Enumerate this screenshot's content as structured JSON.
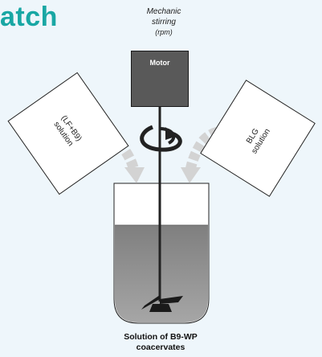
{
  "title_fragment": "atch",
  "stirring": {
    "label_line1": "Mechanic",
    "label_line2": "stirring",
    "unit": "(rpm)"
  },
  "motor": {
    "label": "Motor"
  },
  "left_bottle": {
    "line1": "(LF+B9)",
    "line2": "solution"
  },
  "right_bottle": {
    "line1": "BLG",
    "line2": "solution"
  },
  "caption": {
    "line1": "Solution of B9-WP",
    "line2": "coacervates"
  },
  "colors": {
    "title": "#19a7a4",
    "motor": "#595959",
    "liquid": "#8c8c8c",
    "arrow": "#d3d3d3",
    "background": "#eef6fb"
  }
}
